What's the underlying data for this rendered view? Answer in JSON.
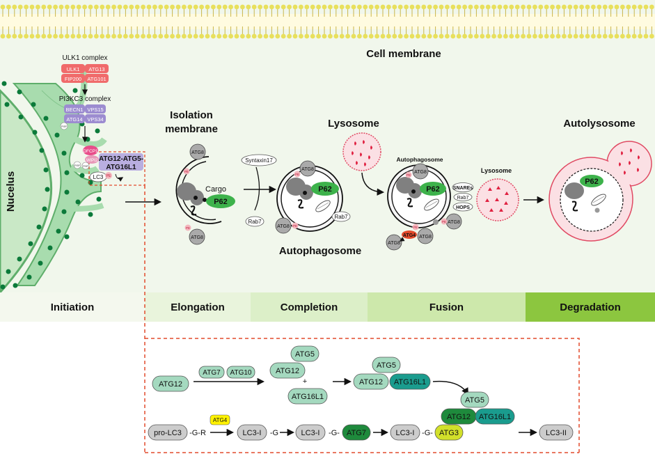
{
  "labels": {
    "cell_membrane": "Cell membrane",
    "nucleus": "Nucelus",
    "isolation_membrane_1": "Isolation",
    "isolation_membrane_2": "membrane",
    "cargo": "Cargo",
    "autophagosome": "Autophagosome",
    "autophagosome_small": "Autophagosome",
    "lysosome": "Lysosome",
    "lysosome_small": "Lysosome",
    "autolysosome": "Autolysosome",
    "ulk1_complex": "ULK1 complex",
    "pi3kc3_complex": "PI3KC3 complex",
    "atg12_atg5_1": "ATG12-ATG5-",
    "atg12_atg5_2": "ATG16L1",
    "syntaxin17": "Syntaxin17",
    "rab7": "Rab7",
    "snares": "SNAREs",
    "hops": "HOPS"
  },
  "proteins": {
    "ulk1": "ULK1",
    "atg13": "ATG13",
    "fip200": "FIP200",
    "atg101": "ATG101",
    "becn1": "BECN1",
    "vps15": "VPS15",
    "atg14": "ATG14",
    "vps34": "VPS34",
    "dfcp1": "DFCP1",
    "wipi2": "WIPI2",
    "pi3p": "PI3P",
    "lc3": "LC3",
    "pe": "PE",
    "atg8": "ATG8",
    "p62": "P62",
    "atg4": "ATG4"
  },
  "stages": [
    {
      "label": "Initiation",
      "color": "#f4f8ee"
    },
    {
      "label": "Elongation",
      "color": "#e9f4dc"
    },
    {
      "label": "Completion",
      "color": "#dcefc8"
    },
    {
      "label": "Fusion",
      "color": "#cde8ab"
    },
    {
      "label": "Degradation",
      "color": "#8cc63f"
    }
  ],
  "conjugation": {
    "atg12": "ATG12",
    "atg7": "ATG7",
    "atg10": "ATG10",
    "atg5": "ATG5",
    "plus": "+",
    "atg16l1": "ATG16L1",
    "pro_lc3": "pro-LC3",
    "g_r": "-G-R",
    "atg4": "ATG4",
    "lc3_i": "LC3-I",
    "g": "-G",
    "g_dash": "-G-",
    "atg3": "ATG3",
    "lc3_ii": "LC3-II"
  },
  "colors": {
    "background": "#f1f7ec",
    "er": "#a8dcae",
    "er_stroke": "#5fae6b",
    "nucleus_dot": "#0b7a3a",
    "p62": "#3db24b",
    "lysosome_fill": "#fbe0e4",
    "lysosome_stroke": "#e04a63",
    "lysosome_mark": "#e02040",
    "stage_degradation": "#8cc63f",
    "dashed_box": "#e24a2b",
    "conj_light": "#a4d9bf",
    "conj_teal": "#1a9c8e",
    "conj_green": "#1e8a3c",
    "conj_yellow": "#d2e02a",
    "atg4_yellow": "#fff200",
    "ulk1": "#f06b6b",
    "pi3kc3": "#9c8cd0",
    "atg12_complex": "#b9aee0",
    "pink_blob": "#e84d8a"
  }
}
